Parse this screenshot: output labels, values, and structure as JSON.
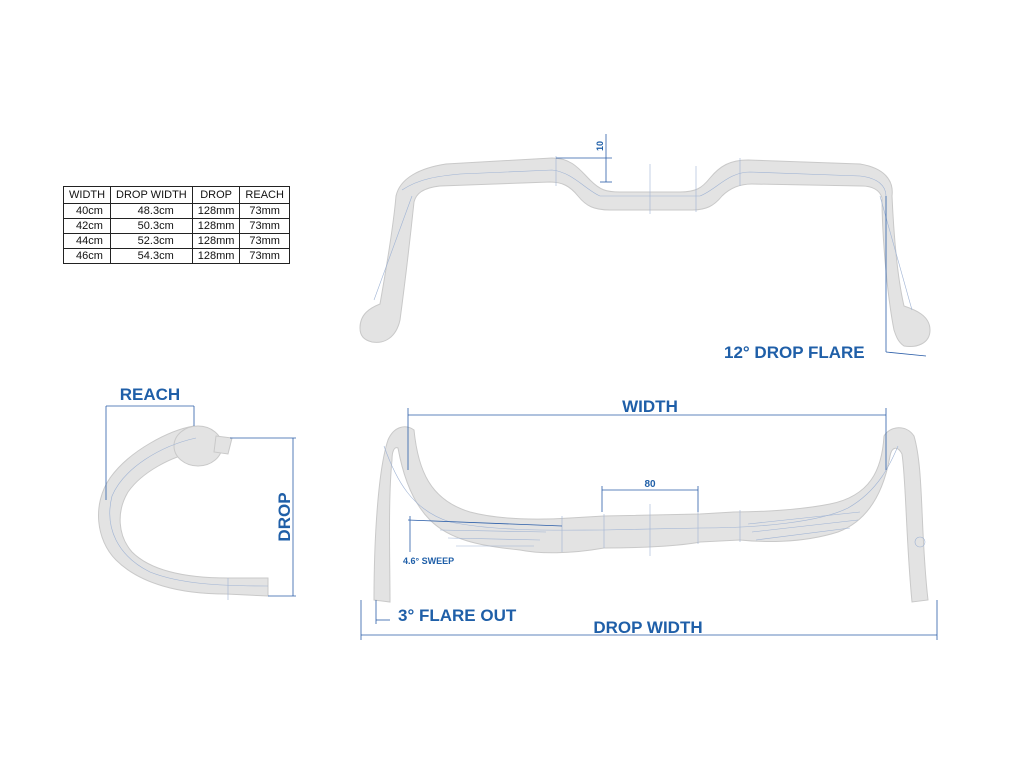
{
  "size_table": {
    "headers": [
      "WIDTH",
      "DROP WIDTH",
      "DROP",
      "REACH"
    ],
    "rows": [
      [
        "40cm",
        "48.3cm",
        "128mm",
        "73mm"
      ],
      [
        "42cm",
        "50.3cm",
        "128mm",
        "73mm"
      ],
      [
        "44cm",
        "52.3cm",
        "128mm",
        "73mm"
      ],
      [
        "46cm",
        "54.3cm",
        "128mm",
        "73mm"
      ]
    ]
  },
  "labels": {
    "rise": "10",
    "drop_flare": "12° DROP FLARE",
    "reach": "REACH",
    "drop": "DROP",
    "width": "WIDTH",
    "center_width": "80",
    "sweep": "4.6° SWEEP",
    "flare_out": "3° FLARE OUT",
    "drop_width": "DROP WIDTH"
  },
  "colors": {
    "label_blue": "#1f5fa8",
    "bar_fill": "#e3e3e3",
    "bar_outline": "#c9c9c9"
  }
}
